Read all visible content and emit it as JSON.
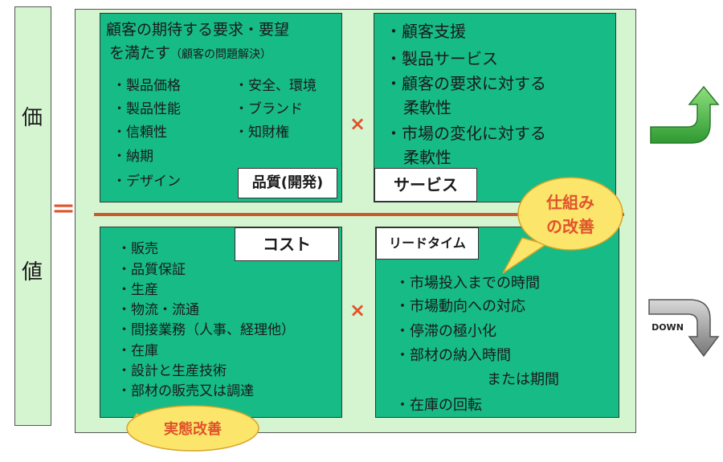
{
  "value_chars": [
    "価",
    "値"
  ],
  "equals": "＝",
  "times": "×",
  "quality": {
    "title_line1": "顧客の期待する要求・要望",
    "title_line2": "を満たす",
    "title_note": "（顧客の問題解決）",
    "items_left": [
      "・製品価格",
      "・製品性能",
      "・信頼性",
      "・納期",
      "・デザイン"
    ],
    "items_right": [
      "・安全、環境",
      "・ブランド",
      "・知財権"
    ],
    "label": "品質(開発)"
  },
  "service": {
    "items": [
      "・顧客支援",
      "・製品サービス",
      "・顧客の要求に対する",
      "柔軟性",
      "・市場の変化に対する",
      "柔軟性"
    ],
    "label": "サービス"
  },
  "cost": {
    "label": "コスト",
    "items": [
      "・販売",
      "・品質保証",
      "・生産",
      "・物流・流通",
      "・間接業務（人事、経理他）",
      "・在庫",
      "・設計と生産技術",
      "・部材の販売又は調達"
    ]
  },
  "leadtime": {
    "label": "リードタイム",
    "items": [
      "・市場投入までの時間",
      "・市場動向への対応",
      "・停滞の極小化",
      "・部材の納入時間",
      "または期間",
      "・在庫の回転"
    ]
  },
  "bubble_mechanism": {
    "line1": "仕組み",
    "line2": "の改善"
  },
  "bubble_actual": "実態改善",
  "arrow_up": "UP",
  "arrow_down": "DOWN",
  "colors": {
    "panel": "#16bb86",
    "frame": "#d5f5d0",
    "accent": "#e0532d",
    "bubble": "#fbe56a",
    "arrow_up": "#4cb84a",
    "arrow_down": "#8a8a8a"
  }
}
